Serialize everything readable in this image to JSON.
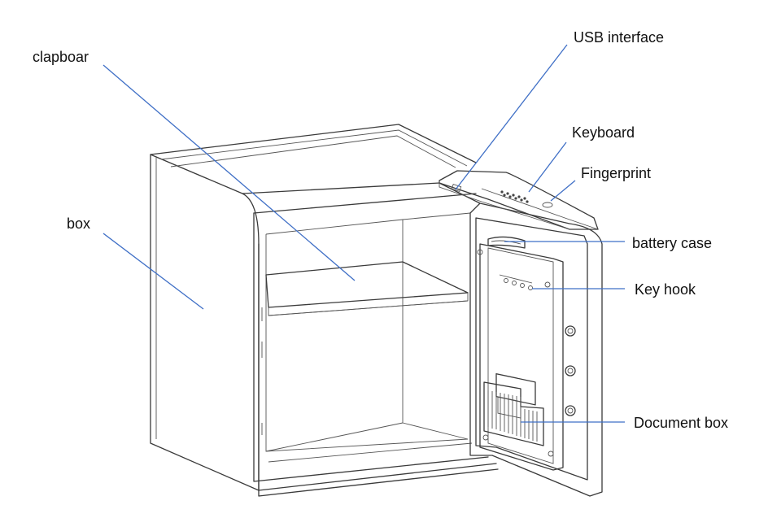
{
  "colors": {
    "leader": "#3f6fc6",
    "outline": "#3a3a3a"
  },
  "labels": {
    "clapboard": "clapboar",
    "usb": "USB interface",
    "keyboard": "Keyboard",
    "fingerprint": "Fingerprint",
    "box": "box",
    "battery": "battery case",
    "keyhook": "Key hook",
    "document": "Document box"
  }
}
